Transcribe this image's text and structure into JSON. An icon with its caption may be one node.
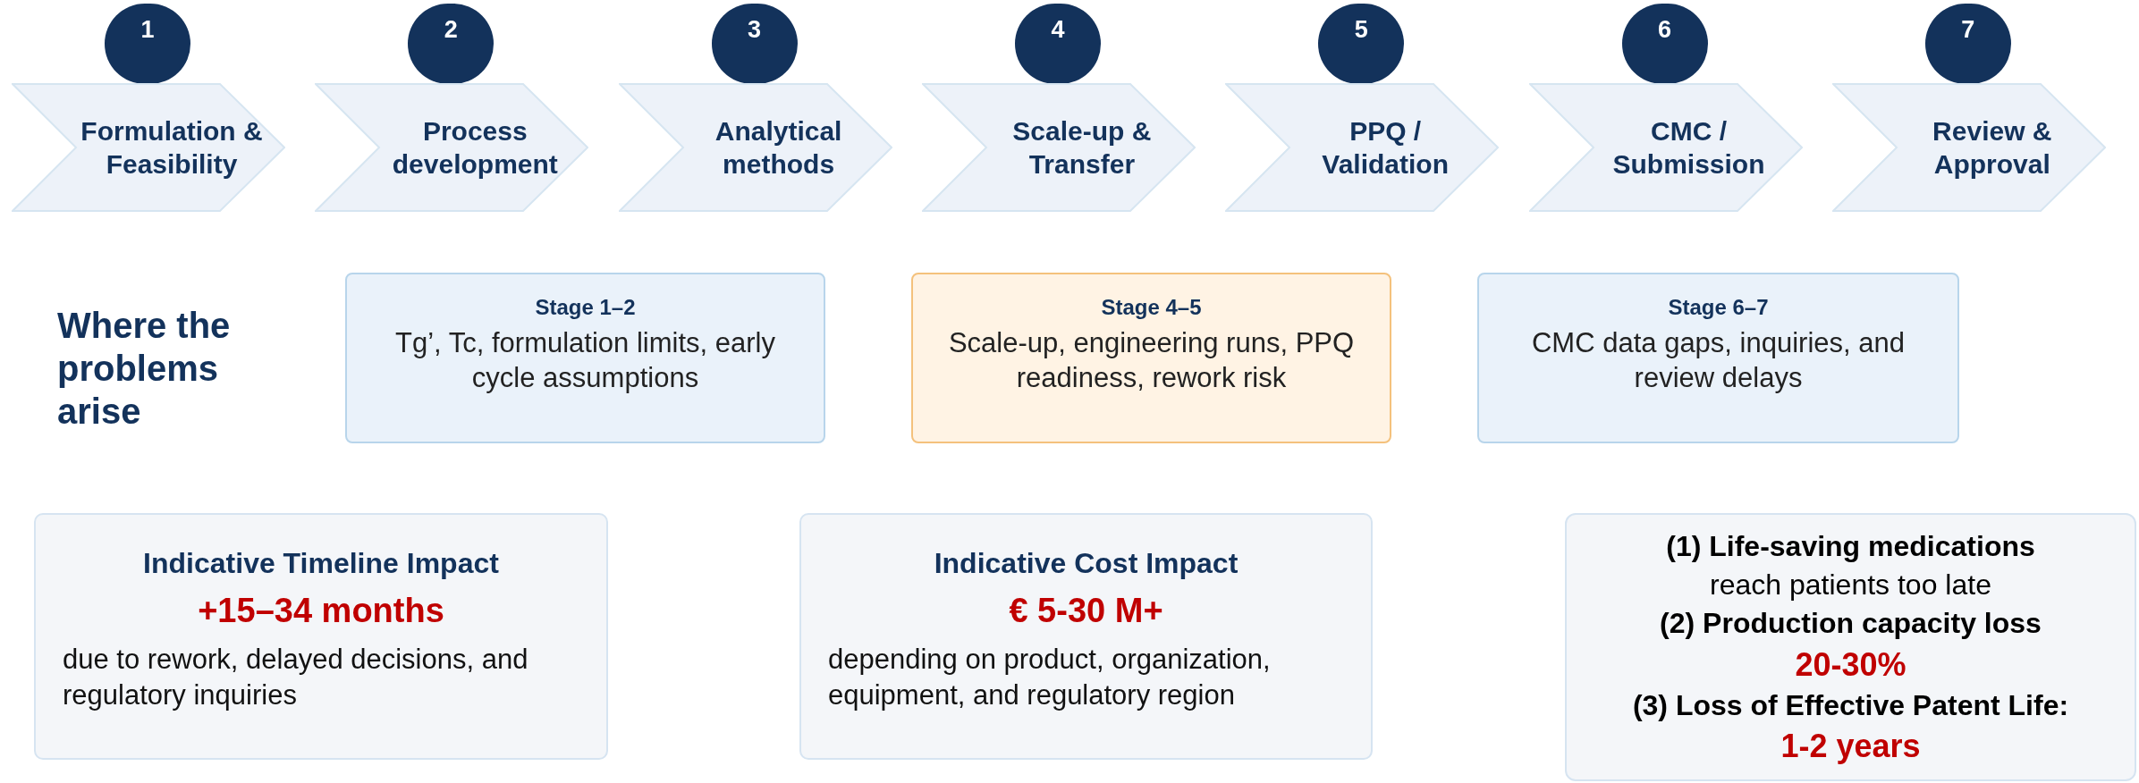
{
  "diagram": {
    "nodes": [
      {
        "text": [
          "1"
        ]
      },
      {
        "text": [
          "2"
        ]
      },
      {
        "text": [
          "3"
        ]
      },
      {
        "text": [
          "4"
        ]
      },
      {
        "text": [
          "5"
        ]
      },
      {
        "text": [
          "6"
        ]
      },
      {
        "text": [
          "7"
        ]
      },
      {
        "text": [
          "Formulation & Feasibility"
        ]
      },
      {
        "text": [
          "Process development"
        ]
      },
      {
        "text": [
          "Analytical methods"
        ]
      },
      {
        "text": [
          "Scale-up & Transfer"
        ]
      },
      {
        "text": [
          "PPQ / Validation"
        ]
      },
      {
        "text": [
          "CMC / Submission"
        ]
      },
      {
        "text": [
          "Review & Approval"
        ]
      },
      {
        "text": [
          "Stage 1–2",
          "Tg’, Tc, formulation limits, early cycle assumptions"
        ]
      },
      {
        "text": [
          "Stage 4–5",
          "Scale-up, engineering runs, PPQ readiness, rework risk"
        ]
      },
      {
        "text": [
          "Stage 6–7",
          "CMC data gaps, inquiries, and review delays"
        ]
      },
      {
        "text": [
          "Indicative Timeline Impact",
          "+15–34 months",
          "due to rework, delayed decisions, and regulatory inquiries"
        ]
      },
      {
        "text": [
          "Indicative Cost Impact",
          "€ 5-30 M+",
          "depending on product, organization, equipment, and regulatory region"
        ]
      },
      {
        "text": [
          "(1) Life-saving medications",
          "reach patients too late",
          "(2) Production capacity loss",
          "20-30%",
          "(3) Loss of Effective Patent Life:",
          "1-2 years"
        ]
      }
    ],
    "edges": [],
    "labels": [
      "Where the problems arise"
    ]
  }
}
